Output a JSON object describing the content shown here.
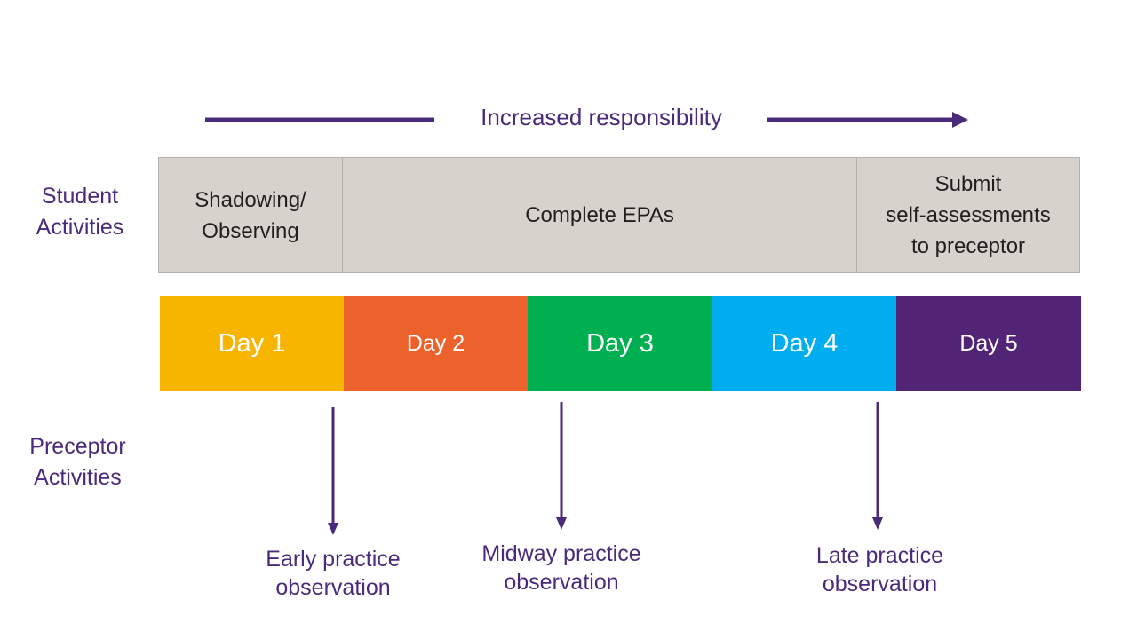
{
  "header": {
    "responsibility_label": "Increased responsibility"
  },
  "rows": {
    "student_label": "Student\nActivities",
    "preceptor_label": "Preceptor\nActivities"
  },
  "student_activities": [
    {
      "label": "Shadowing/\nObserving"
    },
    {
      "label": "Complete EPAs"
    },
    {
      "label": "Submit\nself-assessments\nto preceptor"
    }
  ],
  "days": [
    {
      "label": "Day 1",
      "color": "#F8B500"
    },
    {
      "label": "Day 2",
      "color": "#EC622D"
    },
    {
      "label": "Day 3",
      "color": "#00B050"
    },
    {
      "label": "Day 4",
      "color": "#00AEEF"
    },
    {
      "label": "Day 5",
      "color": "#512476"
    }
  ],
  "preceptor_activities": [
    {
      "label": "Early practice\nobservation"
    },
    {
      "label": "Midway  practice\nobservation"
    },
    {
      "label": "Late practice\nobservation"
    }
  ],
  "colors": {
    "accent": "#4B2A7B",
    "activity_box": "#D6D2CC"
  }
}
